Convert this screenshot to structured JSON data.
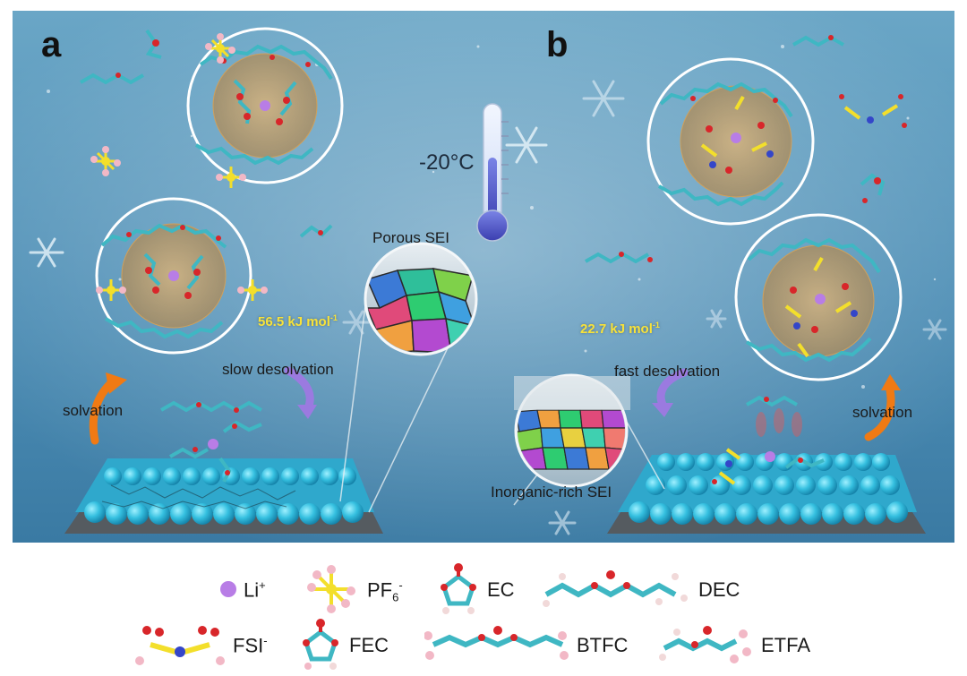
{
  "panels": {
    "a": {
      "letter": "a",
      "energy": "56.5 kJ mol",
      "energy_unit_sup": "-1",
      "desolvation_label": "slow desolvation",
      "solvation_label": "solvation",
      "sei_label": "Porous SEI"
    },
    "b": {
      "letter": "b",
      "energy": "22.7 kJ mol",
      "energy_unit_sup": "-1",
      "desolvation_label": "fast desolvation",
      "solvation_label": "solvation",
      "sei_label": "Inorganic-rich SEI"
    }
  },
  "thermometer": {
    "temperature": "-20",
    "unit": "°C"
  },
  "legend": {
    "row1": [
      {
        "label": "Li",
        "sup": "+",
        "icon": "li-ion-icon"
      },
      {
        "label": "PF",
        "sub": "6",
        "sup": "-",
        "icon": "pf6-molecule-icon"
      },
      {
        "label": "EC",
        "icon": "ec-molecule-icon"
      },
      {
        "label": "DEC",
        "icon": "dec-molecule-icon"
      }
    ],
    "row2": [
      {
        "label": "FSI",
        "sup": "-",
        "icon": "fsi-molecule-icon"
      },
      {
        "label": "FEC",
        "icon": "fec-molecule-icon"
      },
      {
        "label": "BTFC",
        "icon": "btfc-molecule-icon"
      },
      {
        "label": "ETFA",
        "icon": "etfa-molecule-icon"
      }
    ]
  },
  "colors": {
    "background_top": "#5f9bbd",
    "background_bottom": "#3e7fa8",
    "solvation_ring": "#ffffff",
    "solvation_core": "#c9a46a",
    "lithium": "#b87de6",
    "carbon": "#3fb7c3",
    "oxygen": "#d8262a",
    "hydrogen": "#f1d9d9",
    "fluorine": "#f2b8c6",
    "phosphorus_sulfur": "#f3df2b",
    "nitrogen": "#3446c9",
    "electrode": "#36c1e0",
    "arrow_orange": "#f07a14",
    "arrow_purple": "#9b7ae0",
    "energy_text": "#f7e23a"
  }
}
